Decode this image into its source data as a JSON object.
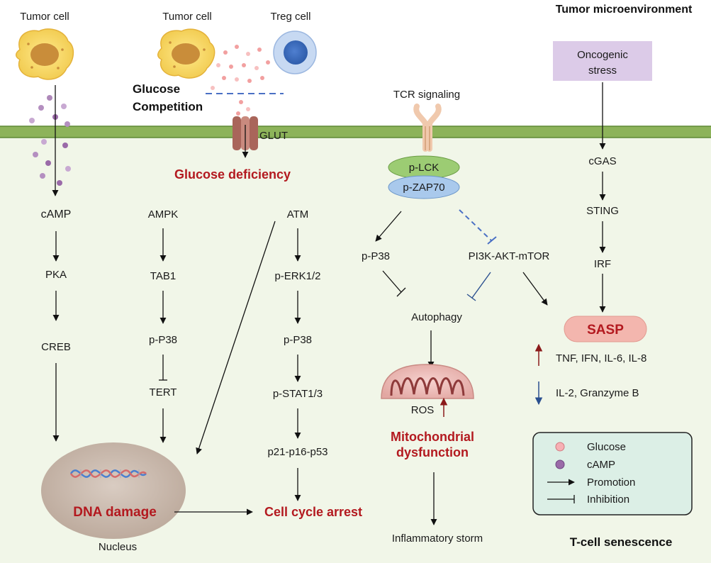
{
  "header": {
    "tumor_cell_left": "Tumor cell",
    "tumor_cell_mid": "Tumor cell",
    "treg_cell": "Treg cell",
    "tumor_microenvironment": "Tumor microenvironment",
    "glucose_competition_1": "Glucose",
    "glucose_competition_2": "Competition",
    "tcr_signaling": "TCR signaling",
    "oncogenic_stress_1": "Oncogenic",
    "oncogenic_stress_2": "stress",
    "glut": "GLUT"
  },
  "pathway_camp": [
    "cAMP",
    "PKA",
    "CREB"
  ],
  "pathway_ampk": [
    "AMPK",
    "TAB1",
    "p-P38",
    "TERT"
  ],
  "pathway_atm": [
    "ATM",
    "p-ERK1/2",
    "p-P38",
    "p-STAT1/3",
    "p21-p16-p53"
  ],
  "glucose_deficiency": "Glucose deficiency",
  "tcr": {
    "plck": "p-LCK",
    "pzap70": "p-ZAP70",
    "pp38": "p-P38",
    "pi3k": "PI3K-AKT-mTOR",
    "autophagy": "Autophagy",
    "ros": "ROS",
    "mito_1": "Mitochondrial",
    "mito_2": "dysfunction",
    "inflammatory_storm": "Inflammatory storm"
  },
  "sting": [
    "cGAS",
    "STING",
    "IRF"
  ],
  "sasp": {
    "label": "SASP",
    "up": "TNF, IFN, IL-6, IL-8",
    "down": "IL-2, Granzyme B"
  },
  "nucleus": {
    "dna_damage": "DNA damage",
    "label": "Nucleus"
  },
  "cell_cycle_arrest": "Cell cycle arrest",
  "t_cell_senescence": "T-cell senescence",
  "legend": {
    "glucose": "Glucose",
    "camp": "cAMP",
    "promotion": "Promotion",
    "inhibition": "Inhibition"
  },
  "colors": {
    "membrane": "#8db35a",
    "cytoplasm": "#f1f6e8",
    "red_text": "#b3191f",
    "legend_bg": "#dcefe6",
    "oncogenic_bg": "#dccbe8",
    "glucose_dot": "#f2a0a0",
    "camp_dot": "#9a6aa8"
  }
}
